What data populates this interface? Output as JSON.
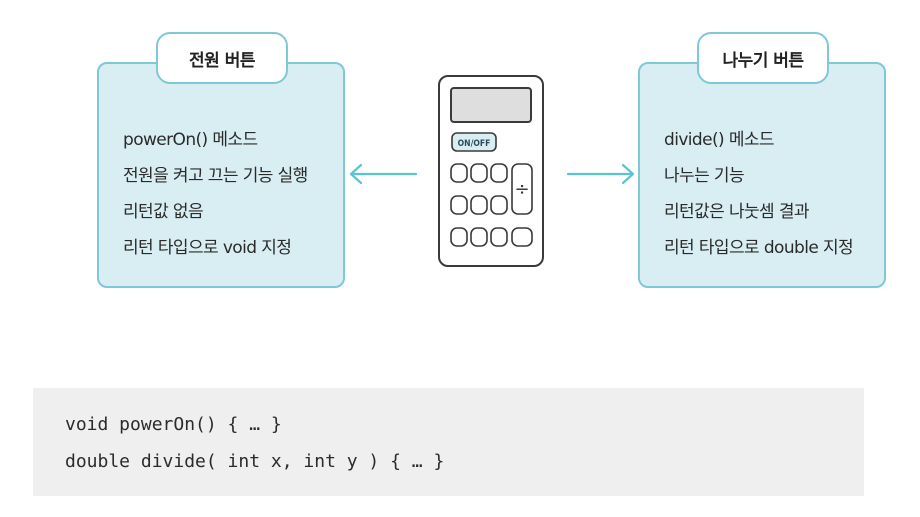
{
  "left_panel": {
    "title": "전원 버튼",
    "lines": [
      "powerOn() 메소드",
      "전원을 켜고 끄는 기능 실행",
      "리턴값 없음",
      "리턴 타입으로 void 지정"
    ]
  },
  "right_panel": {
    "title": "나누기 버튼",
    "lines": [
      "divide() 메소드",
      "나누는 기능",
      "리턴값은 나눗셈 결과",
      "리턴 타입으로 double 지정"
    ]
  },
  "calculator": {
    "power_button_label": "ON/OFF",
    "divide_symbol": "÷"
  },
  "code": {
    "lines": [
      "void powerOn() { … }",
      "double divide( int x, int y ) { … }"
    ]
  },
  "colors": {
    "box_fill": "#d9eef3",
    "box_border": "#7ec8d8",
    "arrow": "#5cc3d3",
    "code_bg": "#efefef"
  }
}
